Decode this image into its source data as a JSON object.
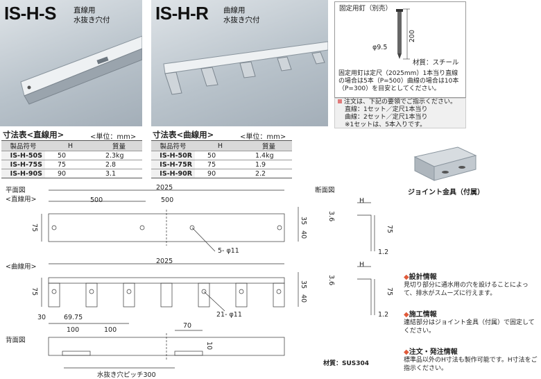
{
  "products": [
    {
      "code": "IS-H-S",
      "line1": "直線用",
      "line2": "水抜き穴付"
    },
    {
      "code": "IS-H-R",
      "line1": "曲線用",
      "line2": "水抜き穴付"
    }
  ],
  "table_straight": {
    "title": "寸法表<直線用>",
    "unit": "<単位：mm>",
    "headers": [
      "製品符号",
      "H",
      "質量"
    ],
    "rows": [
      {
        "code": "IS-H-50S",
        "h": "50",
        "w": "2.3kg"
      },
      {
        "code": "IS-H-75S",
        "h": "75",
        "w": "2.8"
      },
      {
        "code": "IS-H-90S",
        "h": "90",
        "w": "3.1"
      }
    ]
  },
  "table_curved": {
    "title": "寸法表<曲線用>",
    "unit": "<単位：mm>",
    "headers": [
      "製品符号",
      "H",
      "質量"
    ],
    "rows": [
      {
        "code": "IS-H-50R",
        "h": "50",
        "w": "1.4kg"
      },
      {
        "code": "IS-H-75R",
        "h": "75",
        "w": "1.9"
      },
      {
        "code": "IS-H-90R",
        "h": "90",
        "w": "2.2"
      }
    ]
  },
  "nail": {
    "title": "固定用釘（別売）",
    "dia": "φ9.5",
    "length": "200",
    "material": "材質：スチール",
    "desc": "固定用釘は定尺（2025mm）1本当り直線の場合は5本（P=500）曲線の場合は10本（P=300）を目安としてください。"
  },
  "order_note": {
    "l1": "注文は、下記の要領でご指示ください。",
    "l2": "直線：1セット／定尺1本当り",
    "l3": "曲線：2セット／定尺1本当り",
    "l4": "※1セットは、5本入りです。"
  },
  "joint": {
    "caption": "ジョイント金具（付属）"
  },
  "drawing": {
    "plan_label": "平面図",
    "straight_label": "<直線用>",
    "curved_label": "<曲線用>",
    "back_label": "背面図",
    "section_label": "断面図",
    "total": "2025",
    "pitch500a": "500",
    "pitch500b": "500",
    "h75": "75",
    "d40": "40",
    "d35": "35",
    "hole5": "5- φ11",
    "hole21": "21- φ11",
    "d30": "30",
    "d6975": "69.75",
    "d100a": "100",
    "d100b": "100",
    "d70": "70",
    "d10": "10",
    "pitch300": "水抜き穴ピッチ300",
    "sec_h": "H",
    "sec_36": "3.6",
    "sec_75": "75",
    "sec_12": "1.2",
    "material": "材質：SUS304"
  },
  "info": {
    "design_h": "設計情報",
    "design_t": "見切り部分に通水用の穴を設けることによって、排水がスムーズに行えます。",
    "work_h": "施工情報",
    "work_t": "連結部分はジョイント金具（付属）で固定してください。",
    "order_h": "注文・発注情報",
    "order_t": "標準品以外のH寸法も製作可能です。H寸法をご指示ください。"
  }
}
